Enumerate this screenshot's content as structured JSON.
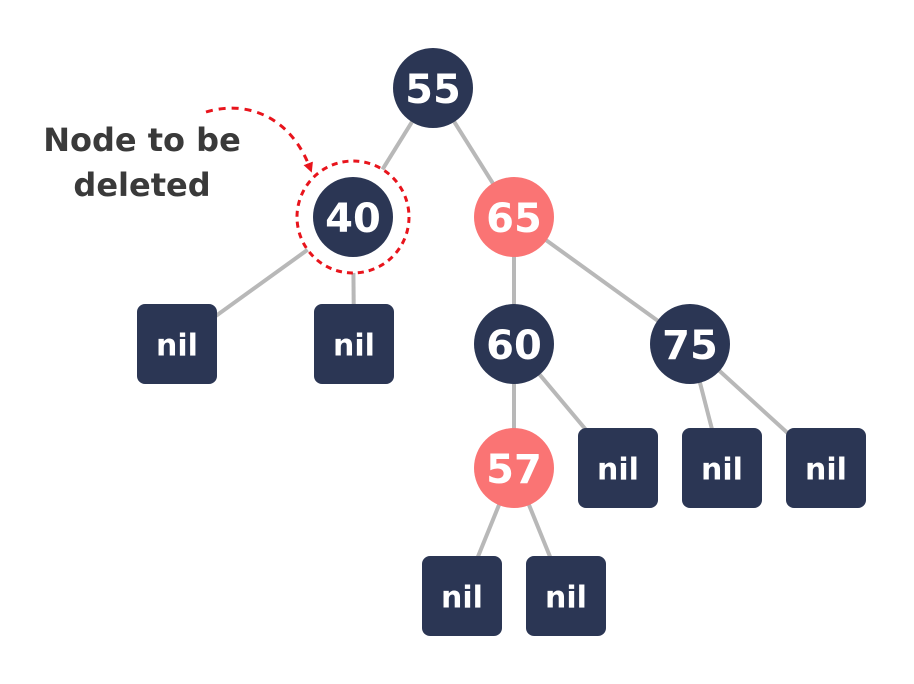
{
  "colors": {
    "black_node": "#2b3654",
    "red_node": "#fa7474",
    "edge": "#b8b8b8",
    "highlight": "#e8141c",
    "annotation_text": "#3a3a3a"
  },
  "annotation": {
    "line1": "Node to be",
    "line2": "deleted"
  },
  "nodes": [
    {
      "id": "n55",
      "label": "55",
      "color": "black",
      "shape": "circle"
    },
    {
      "id": "n40",
      "label": "40",
      "color": "black",
      "shape": "circle",
      "highlighted": true
    },
    {
      "id": "n65",
      "label": "65",
      "color": "red",
      "shape": "circle"
    },
    {
      "id": "nil40a",
      "label": "nil",
      "color": "black",
      "shape": "square"
    },
    {
      "id": "nil40b",
      "label": "nil",
      "color": "black",
      "shape": "square"
    },
    {
      "id": "n60",
      "label": "60",
      "color": "black",
      "shape": "circle"
    },
    {
      "id": "n75",
      "label": "75",
      "color": "black",
      "shape": "circle"
    },
    {
      "id": "n57",
      "label": "57",
      "color": "red",
      "shape": "circle"
    },
    {
      "id": "nil60",
      "label": "nil",
      "color": "black",
      "shape": "square"
    },
    {
      "id": "nil75a",
      "label": "nil",
      "color": "black",
      "shape": "square"
    },
    {
      "id": "nil75b",
      "label": "nil",
      "color": "black",
      "shape": "square"
    },
    {
      "id": "nil57a",
      "label": "nil",
      "color": "black",
      "shape": "square"
    },
    {
      "id": "nil57b",
      "label": "nil",
      "color": "black",
      "shape": "square"
    }
  ],
  "edges": [
    [
      "n55",
      "n40"
    ],
    [
      "n55",
      "n65"
    ],
    [
      "n40",
      "nil40a"
    ],
    [
      "n40",
      "nil40b"
    ],
    [
      "n65",
      "n60"
    ],
    [
      "n65",
      "n75"
    ],
    [
      "n60",
      "n57"
    ],
    [
      "n60",
      "nil60"
    ],
    [
      "n75",
      "nil75a"
    ],
    [
      "n75",
      "nil75b"
    ],
    [
      "n57",
      "nil57a"
    ],
    [
      "n57",
      "nil57b"
    ]
  ]
}
